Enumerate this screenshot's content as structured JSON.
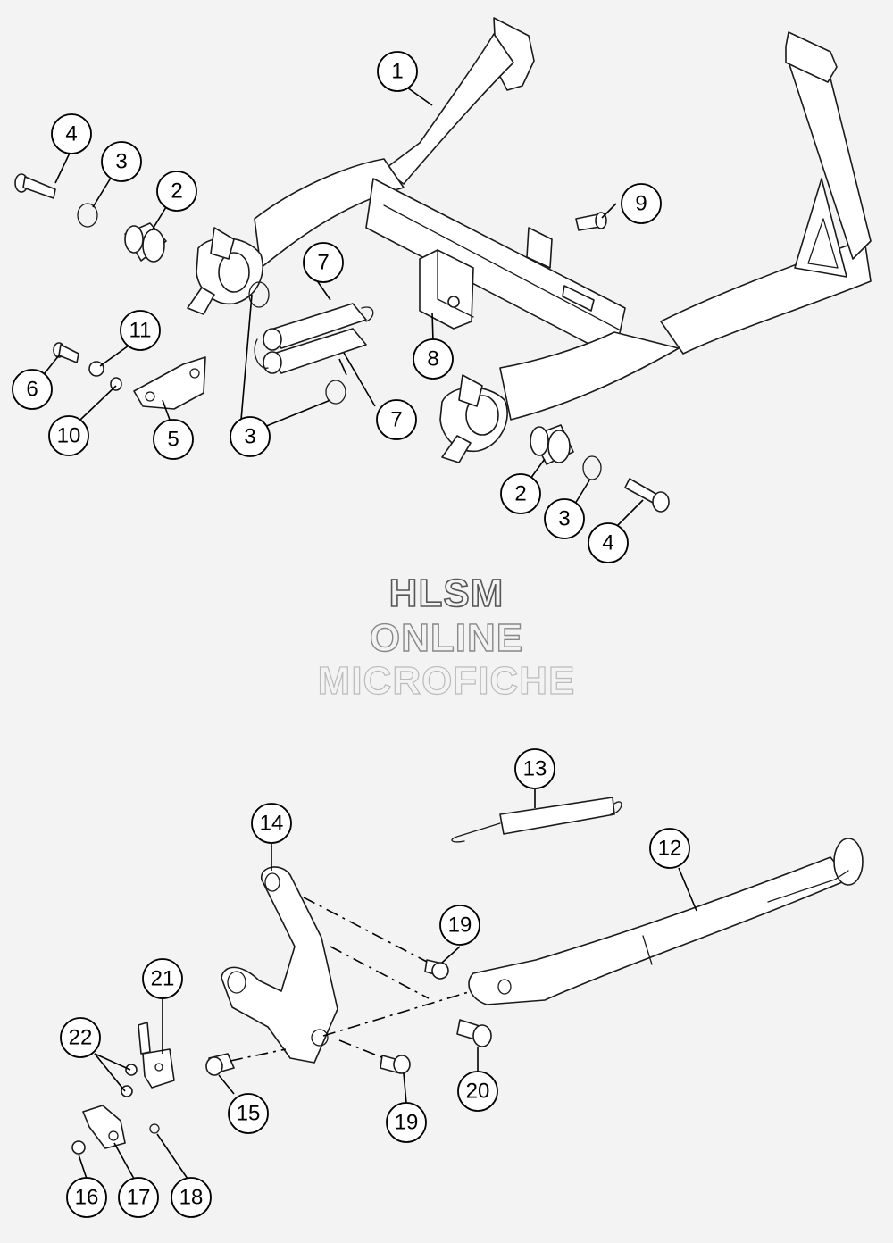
{
  "watermark": {
    "line1": "HLSM",
    "line2": "ONLINE",
    "line3": "MICROFICHE"
  },
  "callouts": {
    "c1": "1",
    "c2a": "2",
    "c2b": "2",
    "c3a": "3",
    "c3b": "3",
    "c3c": "3",
    "c4a": "4",
    "c4b": "4",
    "c5": "5",
    "c6": "6",
    "c7a": "7",
    "c7b": "7",
    "c8": "8",
    "c9": "9",
    "c10": "10",
    "c11": "11",
    "c12": "12",
    "c13": "13",
    "c14": "14",
    "c15": "15",
    "c16": "16",
    "c17": "17",
    "c18": "18",
    "c19a": "19",
    "c19b": "19",
    "c20": "20",
    "c21": "21",
    "c22": "22"
  }
}
